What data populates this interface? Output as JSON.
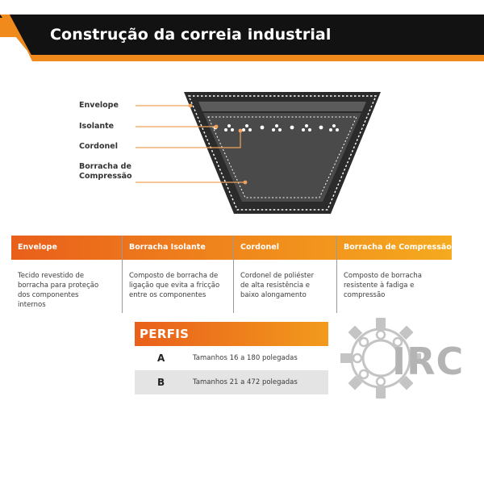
{
  "header": {
    "title": "Construção da correia industrial",
    "band_color": "#121212",
    "accent_color": "#f08a1c"
  },
  "diagram": {
    "parts": [
      {
        "label": "Envelope"
      },
      {
        "label": "Isolante"
      },
      {
        "label": "Cordonel"
      },
      {
        "label": "Borracha de Compressão"
      }
    ],
    "leader_color": "#f0a35c"
  },
  "info_table": {
    "columns": [
      {
        "title": "Envelope",
        "description": "Tecido revestido de borracha para proteção dos componentes internos"
      },
      {
        "title": "Borracha Isolante",
        "description": "Composto de borracha de ligação que evita a fricção entre os componentes"
      },
      {
        "title": "Cordonel",
        "description": "Cordonel de poliéster de alta resistência e baixo alongamento"
      },
      {
        "title": "Borracha de Compressão",
        "description": "Composto de borracha resistente à fadiga e compressão"
      }
    ]
  },
  "profiles": {
    "title": "PERFIS",
    "rows": [
      {
        "letter": "A",
        "sizes": "Tamanhos 16 a 180 polegadas"
      },
      {
        "letter": "B",
        "sizes": "Tamanhos 21 a 472 polegadas"
      }
    ]
  },
  "logo": {
    "text": "IRC",
    "icon": "gear-bearing-icon"
  }
}
